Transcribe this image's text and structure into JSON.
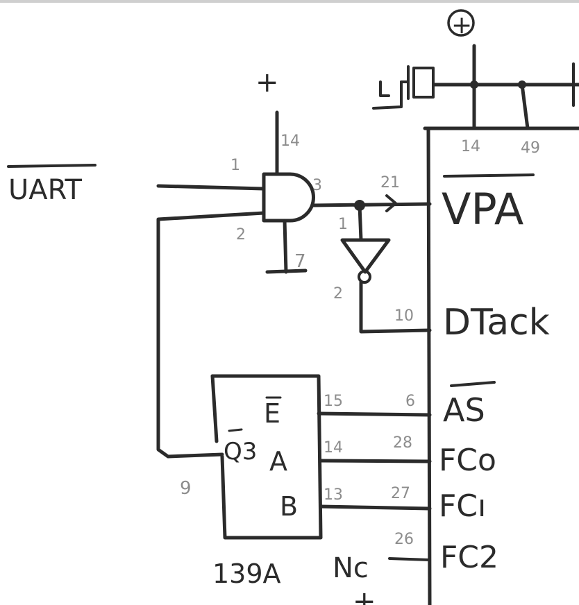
{
  "diagram": {
    "labels": {
      "uart": "UART",
      "vpa": "VPA",
      "dtack": "DTack",
      "as": "AS",
      "fc0": "FCo",
      "fc1": "FCı",
      "fc2": "FC2",
      "nc": "Nc",
      "chip_139a": "139A",
      "e": "E",
      "a": "A",
      "b": "B",
      "q3": "Q3",
      "plus_and": "+",
      "plus_top": "+",
      "plus_bottom": "+"
    },
    "pins": {
      "and_vcc": "14",
      "and_in1": "1",
      "and_in2": "2",
      "and_out": "3",
      "and_gnd": "7",
      "vpa": "21",
      "dtack": "10",
      "inv_in": "1",
      "inv_out": "2",
      "top1": "14",
      "top2": "49",
      "e": "15",
      "as": "6",
      "a": "14",
      "fc0": "28",
      "b": "13",
      "fc1": "27",
      "fc2": "26",
      "q3": "9"
    }
  }
}
